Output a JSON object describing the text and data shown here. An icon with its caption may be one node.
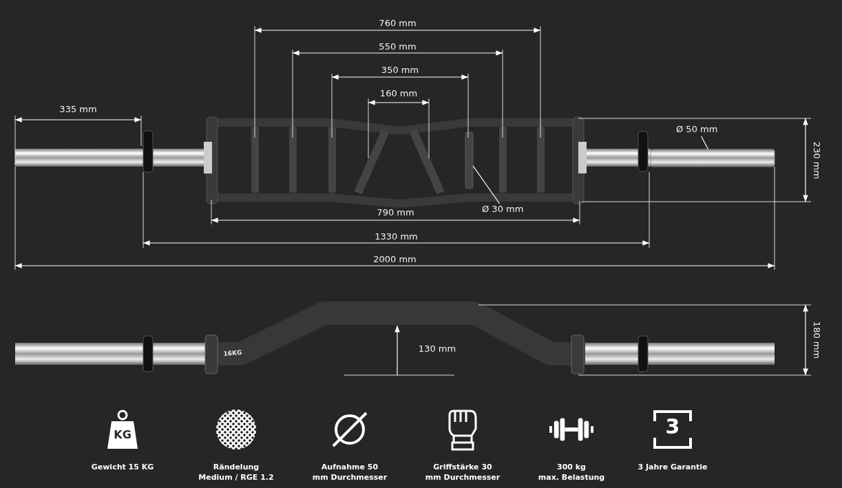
{
  "diagram": {
    "nodes": [
      {
        "text": [
          "Ø 30 mm"
        ]
      },
      {
        "text": [],
        "shape": "bar"
      },
      {
        "text": [
          "Ø 50 mm"
        ]
      },
      {
        "text": [],
        "shape": "bar"
      }
    ],
    "edges": [
      {
        "from": 0,
        "to": 1,
        "arrow": "none"
      },
      {
        "from": 2,
        "to": 3,
        "arrow": "none"
      }
    ],
    "labels": [
      "760 mm",
      "550 mm",
      "350 mm",
      "160 mm",
      "335 mm",
      "230 mm",
      "790 mm",
      "1330 mm",
      "2000 mm",
      "180 mm",
      "16KG",
      "130 mm",
      "KG",
      "Gewicht 15 KG",
      "Rändelung Medium / RGE 1.2",
      "Aufnahme 50 mm Durchmesser",
      "Griffstärke 30 mm Durchmesser",
      "300 kg max. Belastung",
      "3",
      "3 Jahre Garantie"
    ]
  }
}
